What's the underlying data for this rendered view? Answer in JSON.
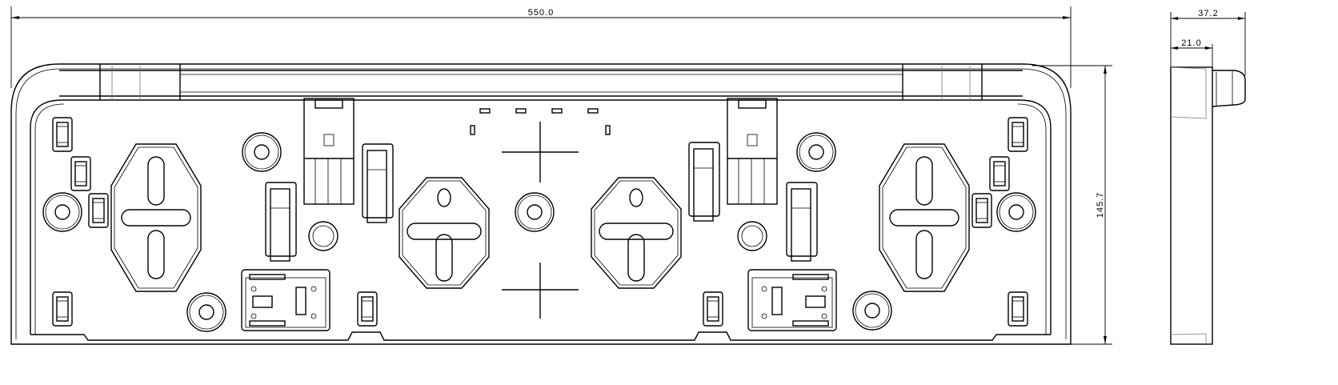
{
  "drawing": {
    "front_view": {
      "width_dimension": "550.0",
      "height_dimension": "145.7"
    },
    "side_view": {
      "total_depth_dimension": "37.2",
      "body_depth_dimension": "21.0"
    }
  }
}
